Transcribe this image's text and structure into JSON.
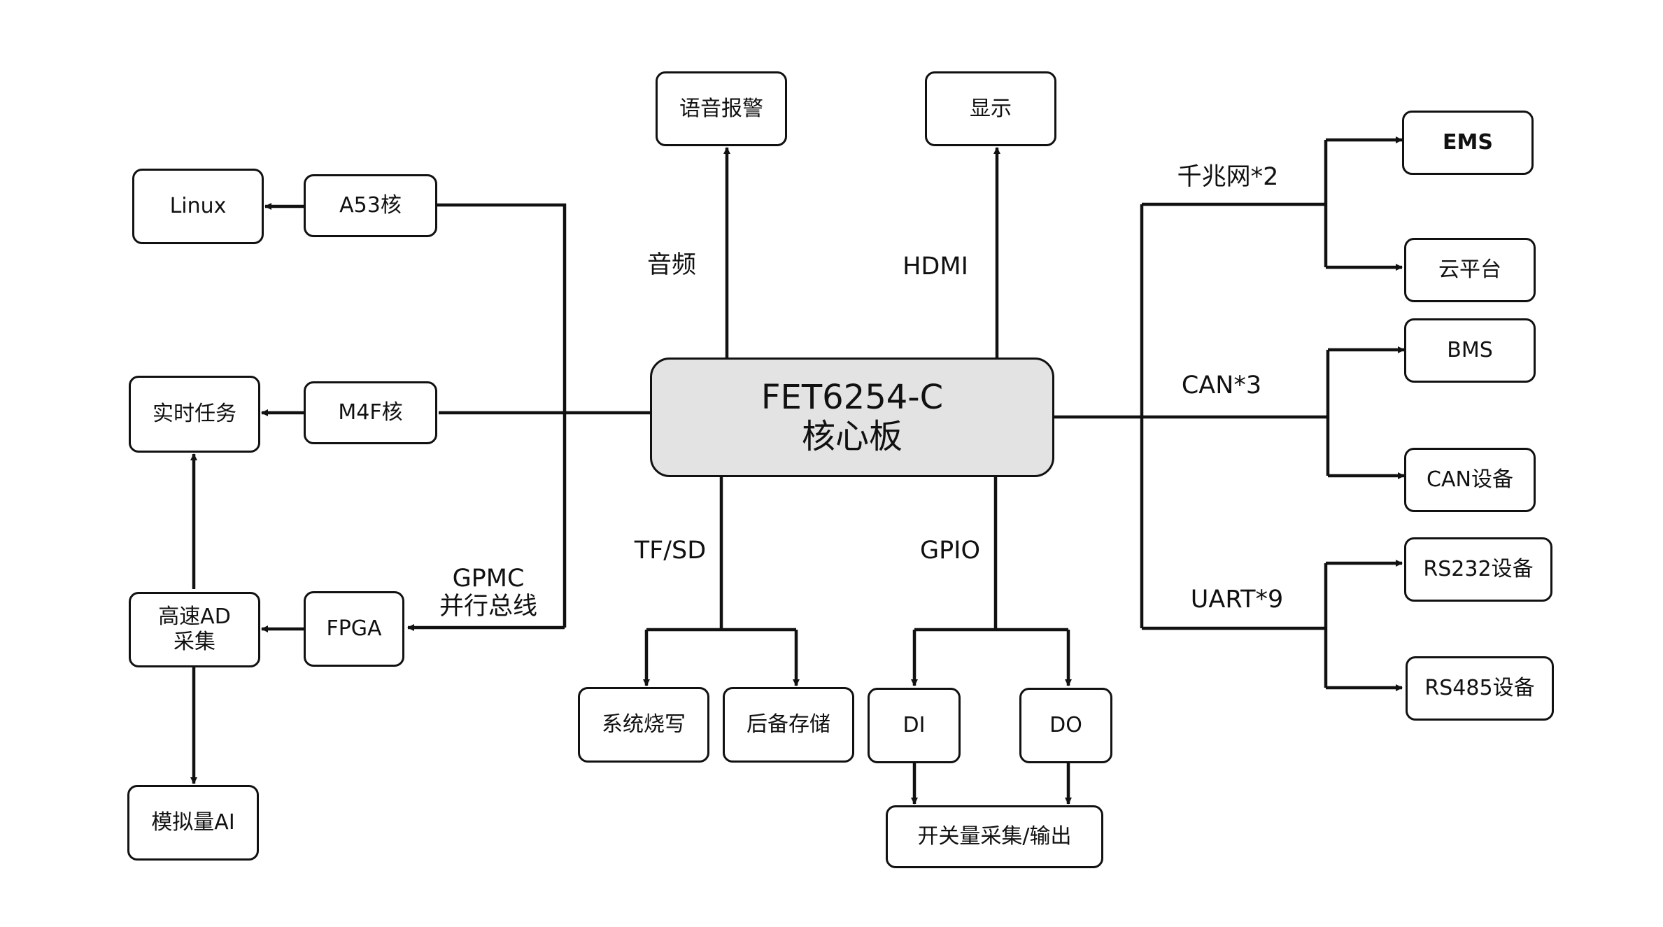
{
  "core": {
    "line1": "FET6254-C",
    "line2": "核心板"
  },
  "nodes": {
    "voice_alarm": "语音报警",
    "display": "显示",
    "linux": "Linux",
    "a53": "A53核",
    "realtime": "实时任务",
    "m4f": "M4F核",
    "ad_line1": "高速AD",
    "ad_line2": "采集",
    "fpga": "FPGA",
    "analog_ai": "模拟量AI",
    "sys_burn": "系统烧写",
    "backup_storage": "后备存储",
    "di": "DI",
    "do": "DO",
    "switch_io": "开关量采集/输出",
    "ems": "EMS",
    "cloud": "云平台",
    "bms": "BMS",
    "can_device": "CAN设备",
    "rs232": "RS232设备",
    "rs485": "RS485设备"
  },
  "labels": {
    "audio": "音频",
    "hdmi": "HDMI",
    "tfsd": "TF/SD",
    "gpio": "GPIO",
    "gpmc_line1": "GPMC",
    "gpmc_line2": "并行总线",
    "gigabit": "千兆网*2",
    "can": "CAN*3",
    "uart": "UART*9"
  }
}
